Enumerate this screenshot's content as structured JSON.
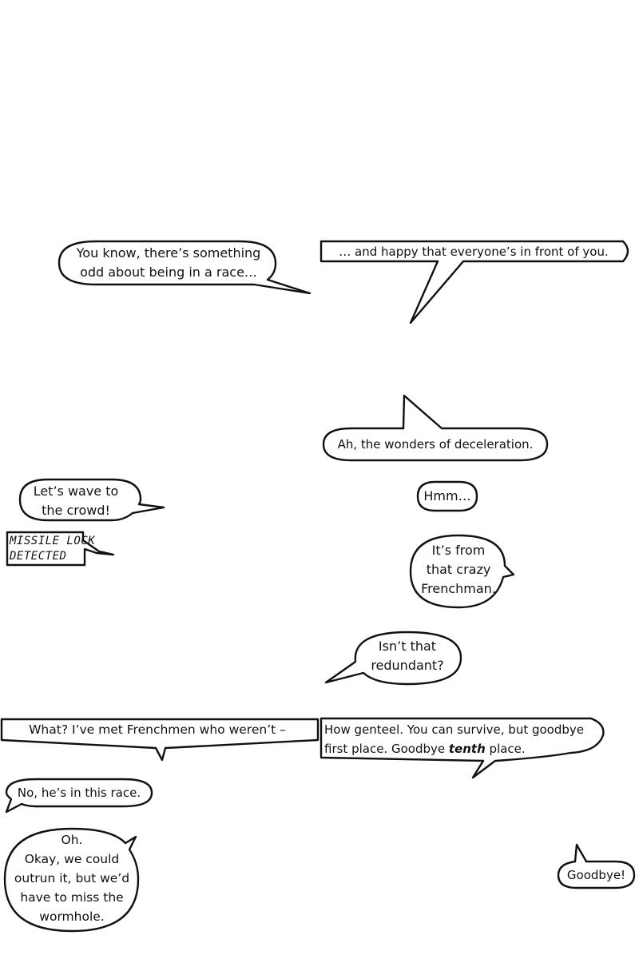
{
  "bubbles": {
    "b1": {
      "line1": "You know, there’s something",
      "line2": "odd about being in a race…"
    },
    "b2": {
      "text": "… and happy that everyone’s in front of you."
    },
    "b3": {
      "text": "Ah, the wonders of deceleration."
    },
    "b4": {
      "line1": "Let’s wave to",
      "line2": "the crowd!"
    },
    "b5": {
      "text": "Hmm…"
    },
    "b6": {
      "line1": "MISSILE LOCK",
      "line2": "DETECTED"
    },
    "b7": {
      "line1": "It’s from",
      "line2": "that crazy",
      "line3": "Frenchman."
    },
    "b8": {
      "line1": "Isn’t that",
      "line2": "redundant?"
    },
    "b9": {
      "text": "What? I’ve met Frenchmen who weren’t –"
    },
    "b10": {
      "line1": "How genteel. You can survive, but goodbye",
      "line2_a": "first place. Goodbye",
      "line2_b": "tenth",
      "line2_c": "place."
    },
    "b11": {
      "text": "No, he’s in this race."
    },
    "b12": {
      "line1": "Oh.",
      "line2": "Okay, we could",
      "line3": "outrun it, but we’d",
      "line4": "have to miss the",
      "line5": "wormhole."
    },
    "b13": {
      "text": "Goodbye!"
    }
  }
}
